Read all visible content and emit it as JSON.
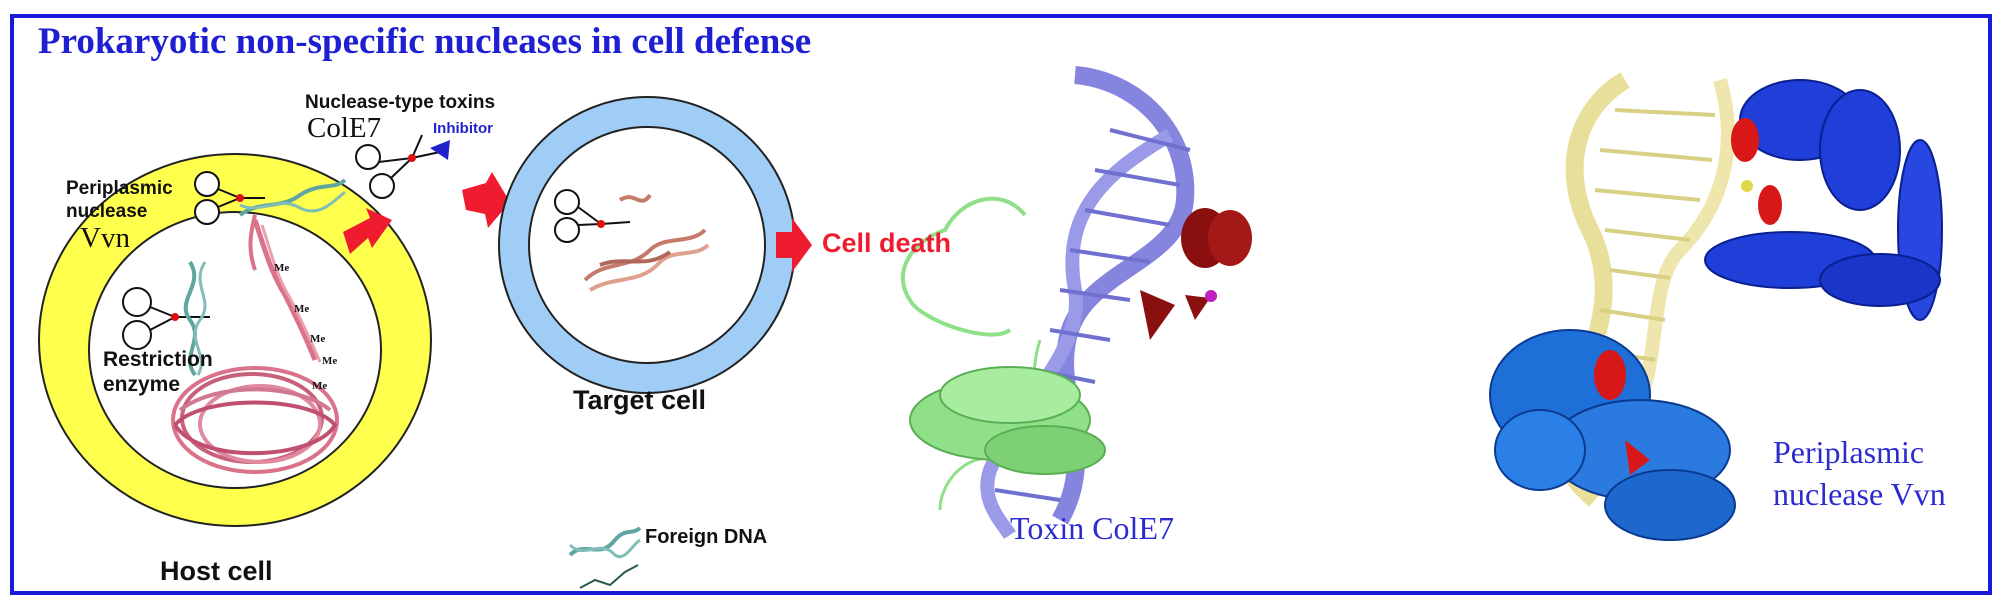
{
  "title": "Prokaryotic non-specific nucleases in cell defense",
  "labels": {
    "nuclease_toxins": "Nuclease-type toxins",
    "cole7": "ColE7",
    "inhibitor": "Inhibitor",
    "periplasmic": "Periplasmic",
    "nuclease": "nuclease",
    "vvn": "Vvn",
    "restriction": "Restriction",
    "enzyme": "enzyme",
    "me": "Me",
    "host_cell": "Host cell",
    "target_cell": "Target cell",
    "cell_death": "Cell death",
    "foreign_dna": "Foreign DNA",
    "toxin_cole7": "Toxin ColE7",
    "periplasmic_vvn_1": "Periplasmic",
    "periplasmic_vvn_2": "nuclease Vvn"
  },
  "colors": {
    "frame": "#1a1adb",
    "title": "#1e1ed2",
    "host_ring": "#ffff4d",
    "target_ring": "#9fcdf5",
    "arrow": "#ee1c2e",
    "dna_teal": "#5fa5a0",
    "dna_pink": "#d9728a",
    "inhibitor": "#2222cc",
    "protein_green": "#90e08a",
    "protein_dark_red": "#8a1010",
    "dna_periwinkle": "#8585e0",
    "dna_khaki": "#e8e09a",
    "protein_blue": "#1f3fd8",
    "helix_red": "#d81818"
  }
}
